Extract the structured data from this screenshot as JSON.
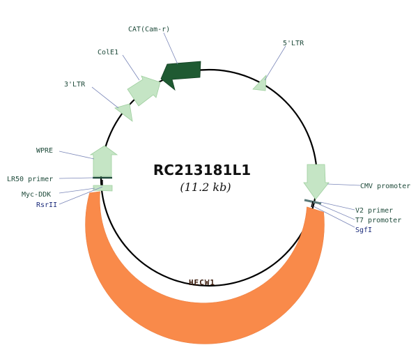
{
  "plasmid": {
    "name": "RC213181L1",
    "size": "(11.2 kb)"
  },
  "insert": {
    "label": "HECW1",
    "color": "#f98a4a"
  },
  "features": {
    "cat": "CAT(Cam-r)",
    "cole1": "ColE1",
    "ltr3": "3'LTR",
    "ltr5": "5'LTR",
    "wpre": "WPRE",
    "lr50": "LR50 primer",
    "myc_ddk": "Myc-DDK",
    "cmv": "CMV promoter",
    "v2": "V2 primer",
    "t7": "T7 promoter"
  },
  "sites": {
    "rsrii": "RsrII",
    "sgfi": "SgfI"
  },
  "colors": {
    "light_feature": "#c5e5c5",
    "dark_feature": "#1f5a32",
    "backbone": "#000000",
    "primer": "#1f4a3a",
    "leader": "#7a86b8"
  }
}
